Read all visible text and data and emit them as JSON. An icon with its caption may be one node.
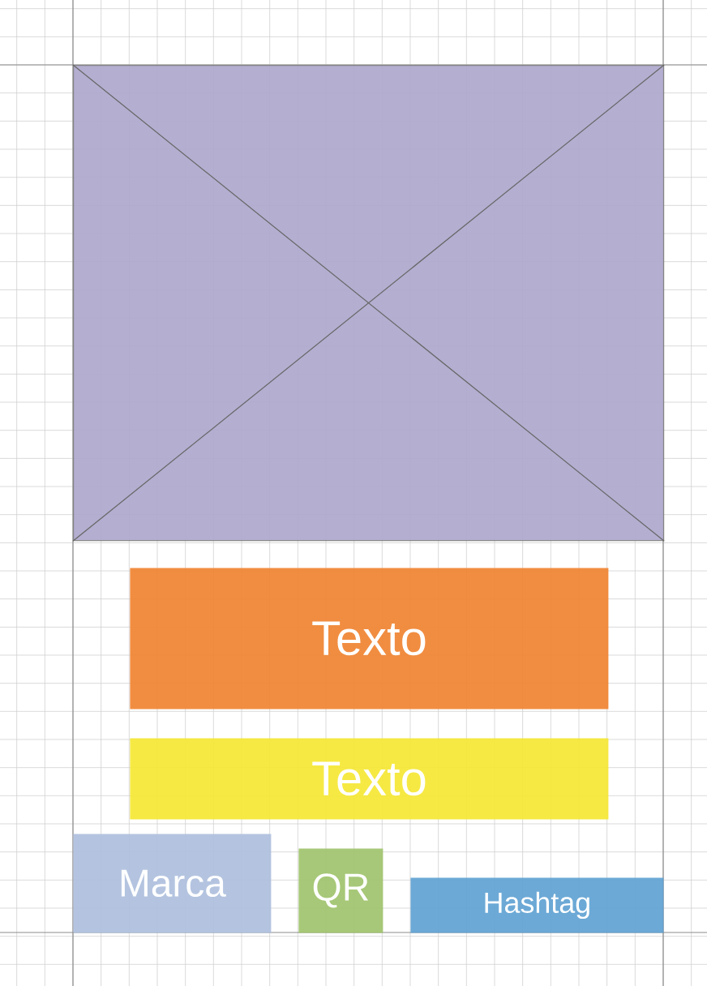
{
  "diagram": {
    "nodes": [
      {
        "text": [],
        "shape": "box"
      },
      {
        "text": [
          "Texto"
        ]
      },
      {
        "text": [
          "Texto"
        ]
      },
      {
        "text": [
          "Marca"
        ]
      },
      {
        "text": [
          "QR"
        ]
      },
      {
        "text": [
          "Hashtag"
        ]
      }
    ]
  }
}
